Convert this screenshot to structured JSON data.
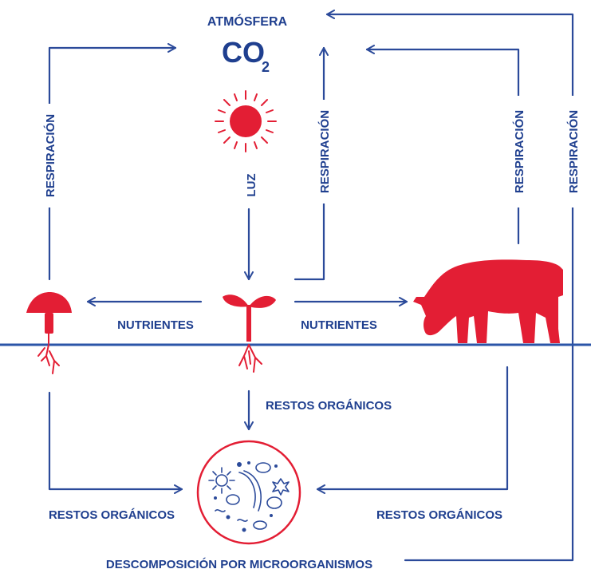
{
  "atmosphere": {
    "title": "ATMÓSFERA",
    "co2": "CO",
    "co2_sub": "2"
  },
  "light": {
    "label": "LUZ"
  },
  "flows": {
    "respiration_left": "RESPIRACIÓN",
    "respiration_plant": "RESPIRACIÓN",
    "respiration_cow": "RESPIRACIÓN",
    "respiration_decomp": "RESPIRACIÓN",
    "nutrients_left": "NUTRIENTES",
    "nutrients_right": "NUTRIENTES",
    "organic_center": "RESTOS ORGÁNICOS",
    "organic_left": "RESTOS ORGÁNICOS",
    "organic_right": "RESTOS ORGÁNICOS"
  },
  "decomposition": {
    "label": "DESCOMPOSICIÓN POR MICROORGANISMOS"
  },
  "colors": {
    "flow": "#2b4a9a",
    "text": "#1f3f8f",
    "accent": "#e31e34",
    "ground": "#2b55a8"
  },
  "icons": [
    "sun-icon",
    "mushroom-icon",
    "sprout-icon",
    "cow-icon",
    "microorganisms-icon"
  ]
}
